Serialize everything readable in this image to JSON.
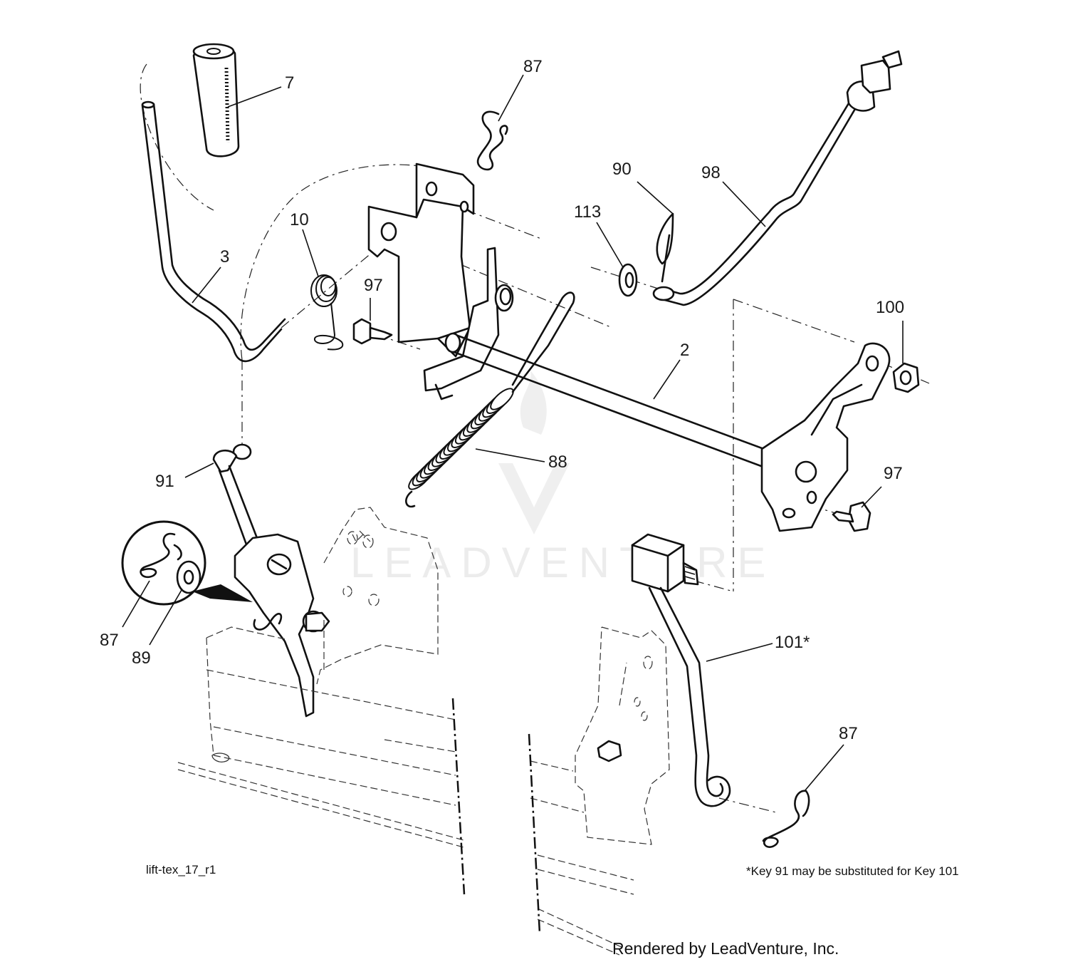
{
  "diagram": {
    "callouts": {
      "k7": "7",
      "k87a": "87",
      "k90": "90",
      "k98": "98",
      "k113": "113",
      "k10": "10",
      "k3": "3",
      "k97a": "97",
      "k100": "100",
      "k2": "2",
      "k88": "88",
      "k97b": "97",
      "k91": "91",
      "k87b": "87",
      "k89": "89",
      "k101": "101*",
      "k87c": "87"
    },
    "drawing_id": "lift-tex_17_r1",
    "footnote": "*Key 91 may be substituted for Key 101",
    "watermark": "LEADVENTURE",
    "rendered_by": "Rendered by LeadVenture, Inc."
  }
}
